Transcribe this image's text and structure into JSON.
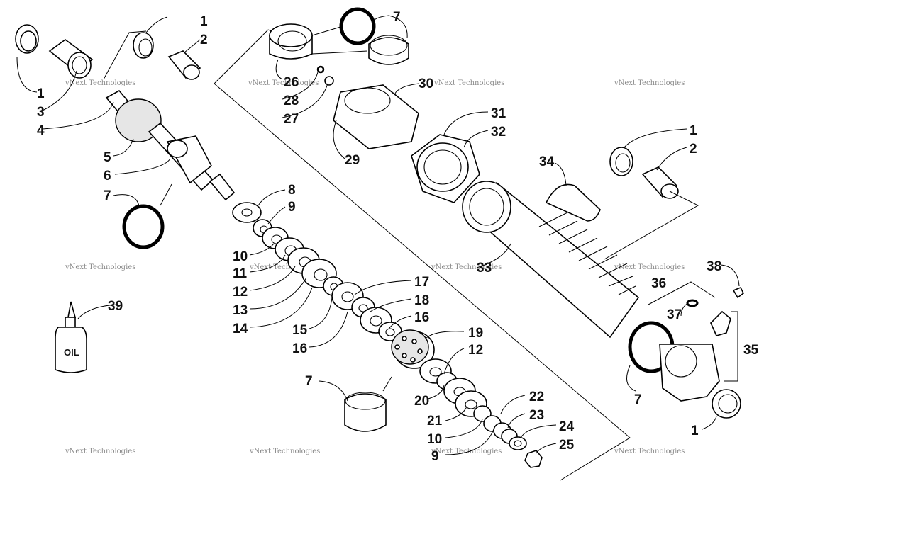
{
  "diagram": {
    "type": "exploded-parts-diagram",
    "watermark_text": "vNext Technologies",
    "oil_bottle_label": "OIL",
    "callouts": {
      "c1a": "1",
      "c2a": "2",
      "c1b": "1",
      "c3": "3",
      "c4": "4",
      "c5": "5",
      "c6": "6",
      "c7a": "7",
      "c7b": "7",
      "c26": "26",
      "c28": "28",
      "c27": "27",
      "c30": "30",
      "c29": "29",
      "c31": "31",
      "c32": "32",
      "c34": "34",
      "c1c": "1",
      "c2b": "2",
      "c8": "8",
      "c9a": "9",
      "c10a": "10",
      "c11": "11",
      "c12a": "12",
      "c13": "13",
      "c14": "14",
      "c15": "15",
      "c16a": "16",
      "c17": "17",
      "c18": "18",
      "c16b": "16",
      "c19": "19",
      "c12b": "12",
      "c33": "33",
      "c38": "38",
      "c36": "36",
      "c37": "37",
      "c35": "35",
      "c39": "39",
      "c7c": "7",
      "c20": "20",
      "c21": "21",
      "c10b": "10",
      "c9b": "9",
      "c22": "22",
      "c23": "23",
      "c24": "24",
      "c25": "25",
      "c7d": "7",
      "c1d": "1"
    }
  }
}
